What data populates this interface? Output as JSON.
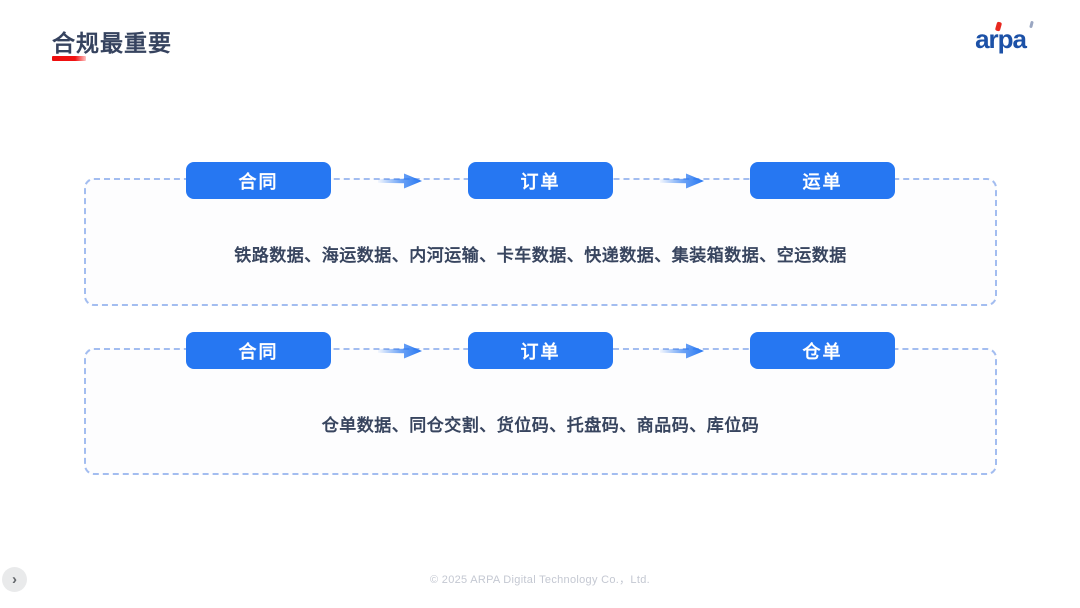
{
  "header": {
    "title": "合规最重要",
    "logo_text": "arpa"
  },
  "flows": [
    {
      "steps": [
        "合同",
        "订单",
        "运单"
      ],
      "description": "铁路数据、海运数据、内河运输、卡车数据、快递数据、集装箱数据、空运数据"
    },
    {
      "steps": [
        "合同",
        "订单",
        "仓单"
      ],
      "description": "仓单数据、同仓交割、货位码、托盘码、商品码、库位码"
    }
  ],
  "nav": {
    "next_chevron": "›"
  },
  "footer": {
    "copyright": "© 2025 ARPA Digital Technology Co.，Ltd."
  },
  "colors": {
    "accent_blue": "#2677F2",
    "title_navy": "#36435F",
    "underline_red": "#EE0D0D",
    "dashed_border": "#A3BDF0",
    "logo_blue": "#1C51A7",
    "footer_gray": "#C4C8D2"
  }
}
